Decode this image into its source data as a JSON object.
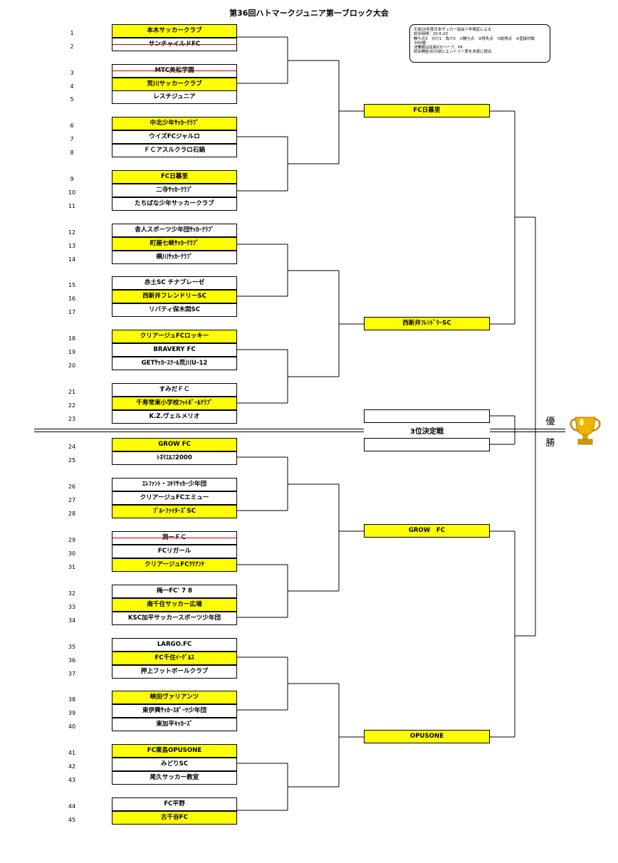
{
  "title": "第36回ハトマークジュニア第一ブロック大会",
  "notes": [
    "平成25年度日本サッカー協会少年規定による",
    "試合時間：20-5-20",
    "勝ち点3　分け1　負け0　①勝ち点　②得失点　③総得点　④直接対戦",
    "⑤PK戦",
    "決勝戦は延長5分ハーフ、PK",
    "試合開始30分前にエントリー表を本部に提出"
  ],
  "teams": [
    {
      "no": "1",
      "name": "本木サッカークラブ",
      "winner": true
    },
    {
      "no": "2",
      "name": "サンチャイルドFC",
      "withdrawn": true
    },
    {
      "no": "3",
      "name": "MTC美松学園",
      "withdrawn": true
    },
    {
      "no": "4",
      "name": "荒川サッカークラブ",
      "winner": true
    },
    {
      "no": "5",
      "name": "レスチジュニア"
    },
    {
      "no": "6",
      "name": "中北少年ｻｯｶｰｸﾗﾌﾞ",
      "winner": true
    },
    {
      "no": "7",
      "name": "ウイズFCジャルロ"
    },
    {
      "no": "8",
      "name": "ＦＣアスルクラロ石鍋"
    },
    {
      "no": "9",
      "name": "FC日暮里",
      "winner": true
    },
    {
      "no": "10",
      "name": "二寺ｻｯｶｰｸﾗﾌﾞ"
    },
    {
      "no": "11",
      "name": "たちばな少年サッカークラブ"
    },
    {
      "no": "12",
      "name": "舎人スポーツ少年団ｻｯｶｰｸﾗﾌﾞ"
    },
    {
      "no": "13",
      "name": "町屋七峡ｻｯｶｰｸﾗﾌﾞ",
      "winner": true
    },
    {
      "no": "14",
      "name": "横川ｻｯｶｰｸﾗﾌﾞ"
    },
    {
      "no": "15",
      "name": "赤土SC チナブレーゼ"
    },
    {
      "no": "16",
      "name": "西新井フレンドリーSC",
      "winner": true
    },
    {
      "no": "17",
      "name": "リバティ保木間SC"
    },
    {
      "no": "18",
      "name": "クリアージュFCロッキー",
      "winner": true
    },
    {
      "no": "19",
      "name": "BRAVERY FC"
    },
    {
      "no": "20",
      "name": "GETｻｯｶｰｽｸｰﾙ荒川U-12"
    },
    {
      "no": "21",
      "name": "すみだＦＣ"
    },
    {
      "no": "22",
      "name": "千寿常東小学校ﾌｯﾄﾎﾞｰﾙｸﾗﾌﾞ",
      "winner": true
    },
    {
      "no": "23",
      "name": "K.Z.ヴェルメリオ"
    },
    {
      "no": "24",
      "name": "GROW FC",
      "winner": true
    },
    {
      "no": "25",
      "name": "ﾄﾈﾘｴﾙﾌ2000"
    },
    {
      "no": "26",
      "name": "ｴﾚﾌｧﾝﾄ・ｺｷﾘｻｯｶｰ少年団"
    },
    {
      "no": "27",
      "name": "クリアージュFCエミュー"
    },
    {
      "no": "28",
      "name": "ﾌﾞﾙｰﾌｧｲﾀｰｽﾞSC",
      "winner": true
    },
    {
      "no": "29",
      "name": "渕一ＦＣ",
      "withdrawn": true
    },
    {
      "no": "30",
      "name": "FCリガール"
    },
    {
      "no": "31",
      "name": "クリアージュFCｸﾘｱﾝﾃ",
      "winner": true
    },
    {
      "no": "32",
      "name": "梅一FC' 7 8"
    },
    {
      "no": "33",
      "name": "南千住サッカー広場",
      "winner": true
    },
    {
      "no": "34",
      "name": "KSC加平サッカースポーツ少年団"
    },
    {
      "no": "35",
      "name": "LARGO.FC"
    },
    {
      "no": "36",
      "name": "FC千住ｲｰｸﾞﾙｽ",
      "winner": true
    },
    {
      "no": "37",
      "name": "押上フットボールクラブ"
    },
    {
      "no": "38",
      "name": "峡田ヴァリアンツ",
      "winner": true
    },
    {
      "no": "39",
      "name": "東伊興ｻｯｶｰｽﾎﾟｰﾂ少年団"
    },
    {
      "no": "40",
      "name": "東加平ｷｯｶｰｽﾞ"
    },
    {
      "no": "41",
      "name": "FC栗島OPUSONE",
      "winner": true
    },
    {
      "no": "42",
      "name": "みどりSC"
    },
    {
      "no": "43",
      "name": "尾久サッカー教室"
    },
    {
      "no": "44",
      "name": "FC平野"
    },
    {
      "no": "45",
      "name": "古千谷FC",
      "winner": true
    }
  ],
  "round_winners": [
    "FC日暮里",
    "西新井ﾌﾚﾝﾄﾞﾘｰSC",
    "GROW　FC",
    "OPUSONE"
  ],
  "third_place_label": "3位決定戦",
  "champion_label": [
    "優",
    "勝"
  ],
  "trophy_color": "#f0b400",
  "winner_color": "#ffff00"
}
